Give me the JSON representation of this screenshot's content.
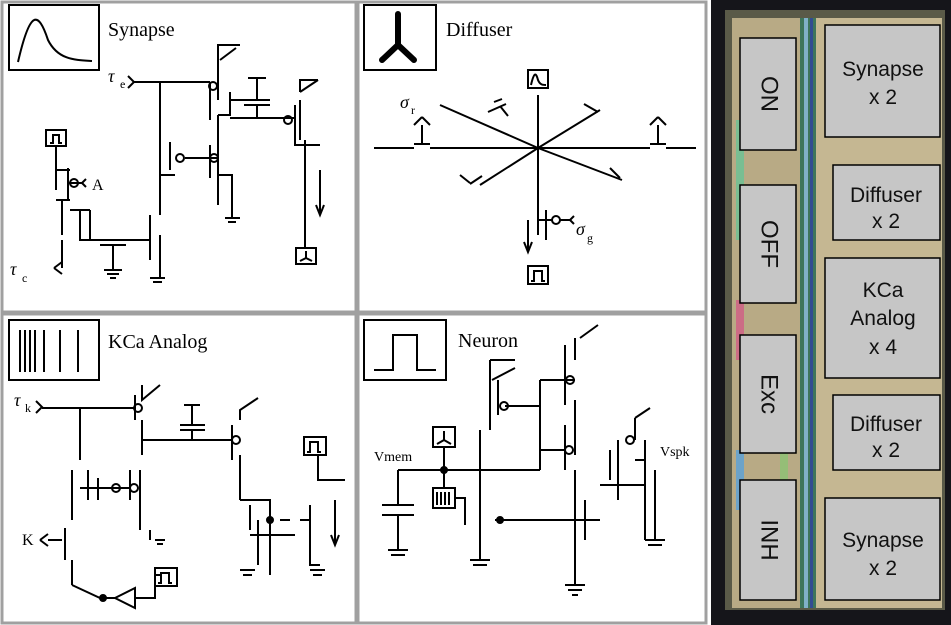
{
  "panels": {
    "synapse": {
      "title": "Synapse",
      "tau_e": "τ",
      "tau_e_sub": "e",
      "tau_c": "τ",
      "tau_c_sub": "c",
      "a_label": "A"
    },
    "diffuser": {
      "title": "Diffuser",
      "sigma_r": "σ",
      "sigma_r_sub": "r",
      "sigma_g": "σ",
      "sigma_g_sub": "g"
    },
    "kca": {
      "title": "KCa Analog",
      "tau_k": "τ",
      "tau_k_sub": "k",
      "k_label": "K"
    },
    "neuron": {
      "title": "Neuron",
      "vmem": "Vmem",
      "vspk": "Vspk"
    }
  },
  "chip": {
    "left_blocks": [
      "ON",
      "OFF",
      "Exc",
      "INH"
    ],
    "right_blocks": [
      {
        "line1": "Synapse",
        "line2": "x 2"
      },
      {
        "line1": "Diffuser",
        "line2": "x 2"
      },
      {
        "line1": "KCa",
        "line2": "Analog",
        "line3": "x 4"
      },
      {
        "line1": "Diffuser",
        "line2": "x 2"
      },
      {
        "line1": "Synapse",
        "line2": "x 2"
      }
    ]
  },
  "colors": {
    "chip_bg": "#15151a",
    "chip_cell": "#d8c8a0",
    "block_fill": "#c6c6c6",
    "panel_border": "#000000",
    "divider": "#a0a0a0"
  }
}
